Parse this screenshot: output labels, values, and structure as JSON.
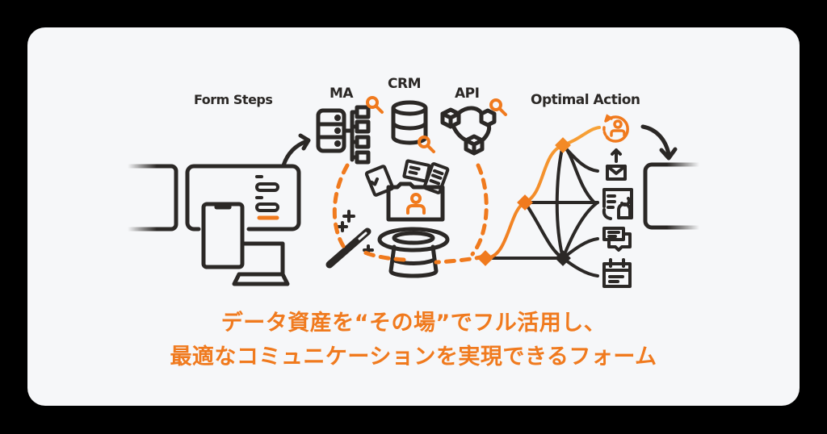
{
  "labels": {
    "form_steps": "Form Steps",
    "ma": "MA",
    "crm": "CRM",
    "api": "API",
    "optimal_action": "Optimal Action"
  },
  "headline": {
    "line1": "データ資産を“その場”でフル活用し、",
    "line2": "最適なコミュニケーションを実現できるフォーム"
  },
  "colors": {
    "accent": "#f07a1e",
    "ink": "#2b2826",
    "card_bg": "#f6f7f9",
    "frame_bg": "#000000"
  },
  "icons": {
    "left": [
      "form-monitor-icon",
      "smartphone-icon",
      "laptop-icon"
    ],
    "sources": [
      "ma-server-tree-icon",
      "crm-database-icon",
      "api-network-icon"
    ],
    "center": [
      "documents-icon",
      "folder-user-icon",
      "magic-wand-icon",
      "magic-hat-icon"
    ],
    "actions": [
      "user-refresh-icon",
      "mail-send-icon",
      "call-operator-icon",
      "chat-icon",
      "calendar-icon"
    ]
  }
}
